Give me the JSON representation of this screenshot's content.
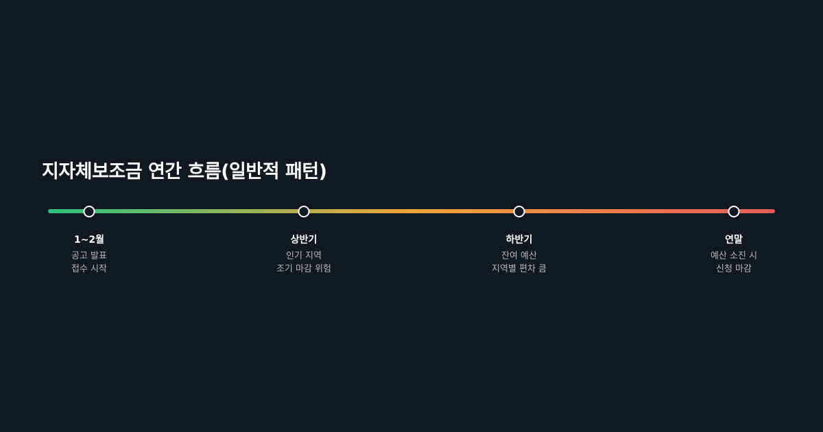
{
  "title": "지자체보조금 연간 흐름(일반적 패턴)",
  "colors": {
    "background": "#111821",
    "track_gradient": [
      "#2ec27e",
      "#f0a43a",
      "#e65b5b"
    ],
    "node_border": "#ffffff"
  },
  "stages": [
    {
      "label": "1~2월",
      "lines": [
        "공고 발표",
        "접수 시작"
      ]
    },
    {
      "label": "상반기",
      "lines": [
        "인기 지역",
        "조기 마감 위험"
      ]
    },
    {
      "label": "하반기",
      "lines": [
        "잔여 예산",
        "지역별 편차 큼"
      ]
    },
    {
      "label": "연말",
      "lines": [
        "예산 소진 시",
        "신청 마감"
      ]
    }
  ]
}
